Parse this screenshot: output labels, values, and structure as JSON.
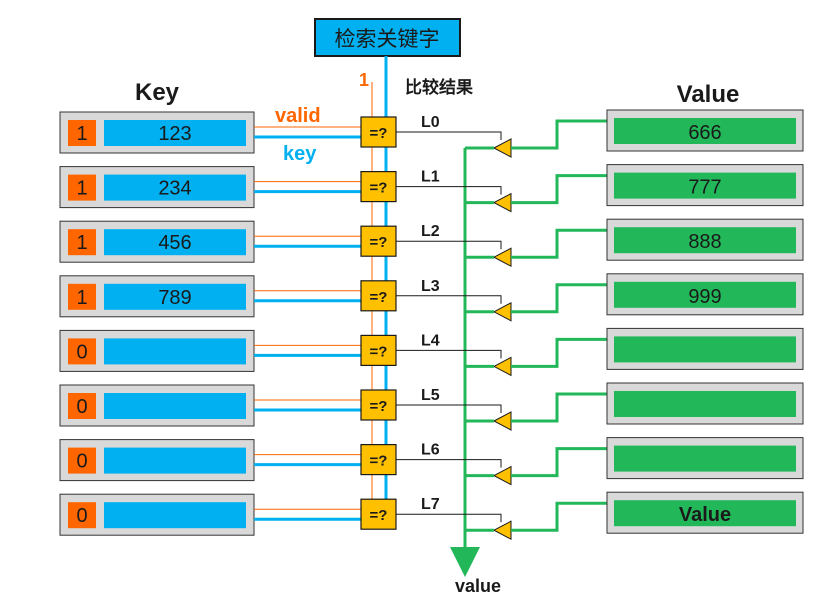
{
  "search_key_label": "检索关键字",
  "compare_results_label": "比较结果",
  "key_header": "Key",
  "value_header": "Value",
  "valid_label": "valid",
  "key_label": "key",
  "one_marker": "1",
  "value_output_label": "value",
  "comparator_label": "=?",
  "colors": {
    "valid_orange": "#ff6600",
    "key_blue": "#00b0f0",
    "value_green": "#22b85a",
    "comparator_yellow": "#ffc000",
    "slot_gray": "#d9d9d9"
  },
  "rows": [
    {
      "valid": "1",
      "key": "123",
      "line": "L0",
      "value": "666"
    },
    {
      "valid": "1",
      "key": "234",
      "line": "L1",
      "value": "777"
    },
    {
      "valid": "1",
      "key": "456",
      "line": "L2",
      "value": "888"
    },
    {
      "valid": "1",
      "key": "789",
      "line": "L3",
      "value": "999"
    },
    {
      "valid": "0",
      "key": "",
      "line": "L4",
      "value": ""
    },
    {
      "valid": "0",
      "key": "",
      "line": "L5",
      "value": ""
    },
    {
      "valid": "0",
      "key": "",
      "line": "L6",
      "value": ""
    },
    {
      "valid": "0",
      "key": "",
      "line": "L7",
      "value": "Value"
    }
  ]
}
